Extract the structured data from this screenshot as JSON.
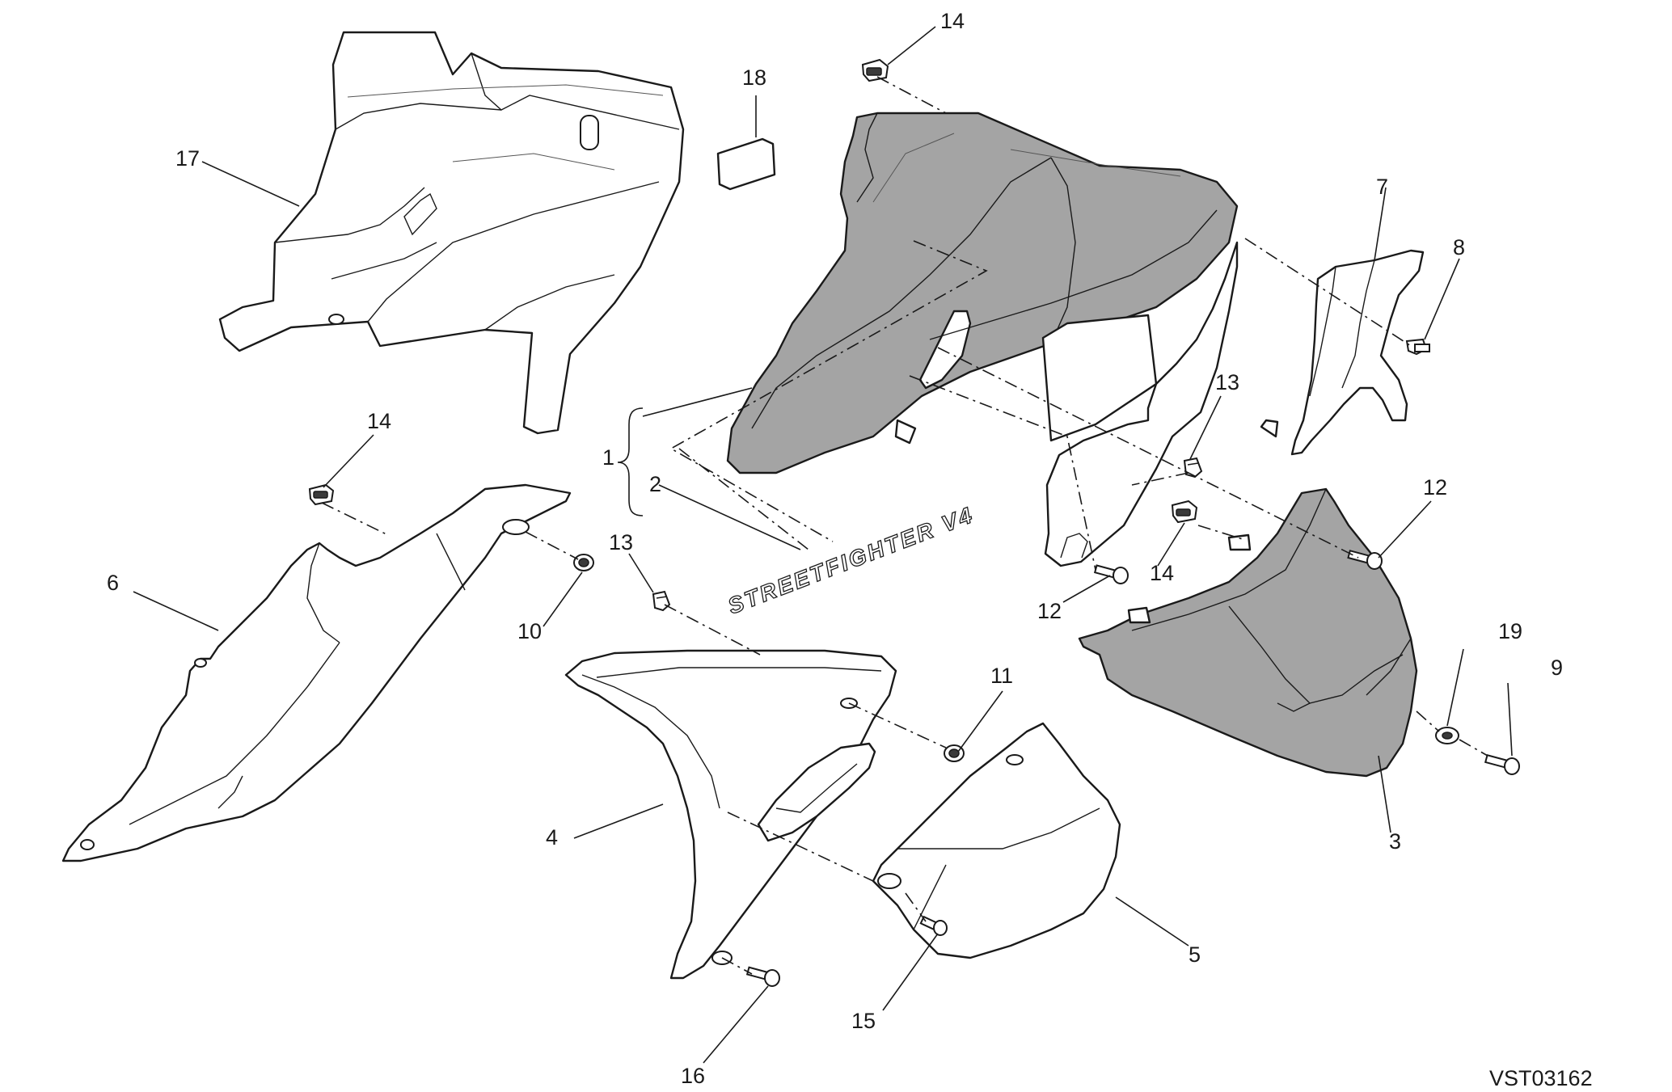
{
  "diagram": {
    "drawing_code": "VST03162",
    "decal_text": "STREETFIGHTER V4",
    "callouts": {
      "c1": "1",
      "c2": "2",
      "c3": "3",
      "c4": "4",
      "c5": "5",
      "c6": "6",
      "c7": "7",
      "c8": "8",
      "c9": "9",
      "c10": "10",
      "c11": "11",
      "c12a": "12",
      "c12b": "12",
      "c13a": "13",
      "c13b": "13",
      "c14a": "14",
      "c14b": "14",
      "c14c": "14",
      "c15": "15",
      "c16": "16",
      "c17": "17",
      "c18": "18",
      "c19": "19"
    },
    "colors": {
      "line": "#1a1a1a",
      "grey_panel": "#a4a4a4",
      "background": "#ffffff"
    }
  }
}
